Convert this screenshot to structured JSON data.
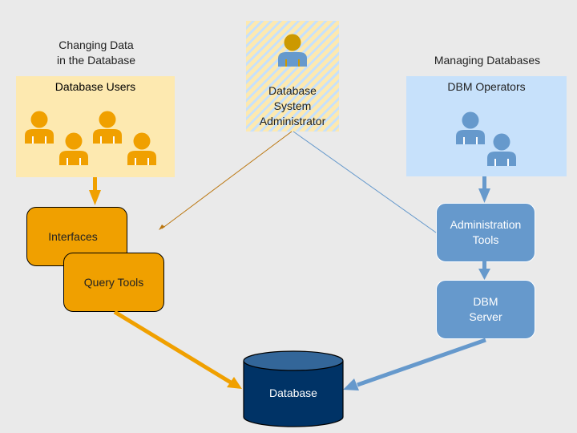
{
  "left_section": {
    "heading_line1": "Changing Data",
    "heading_line2": "in the Database",
    "panel_title": "Database Users",
    "user_count": 4,
    "icon": "person-icon",
    "color": "#f0a000",
    "panel_bg": "#fde9b0"
  },
  "center": {
    "title_line1": "Database",
    "title_line2": "System",
    "title_line3": "Administrator",
    "icon": "person-icon"
  },
  "right_section": {
    "heading": "Managing Databases",
    "panel_title": "DBM Operators",
    "user_count": 2,
    "icon": "person-icon",
    "color": "#6699cc",
    "panel_bg": "#c7e1fb"
  },
  "boxes": {
    "interfaces": "Interfaces",
    "query_tools": "Query Tools",
    "admin_tools_line1": "Administration",
    "admin_tools_line2": "Tools",
    "dbm_server_line1": "DBM",
    "dbm_server_line2": "Server"
  },
  "database": {
    "label": "Database",
    "color": "#003366"
  }
}
